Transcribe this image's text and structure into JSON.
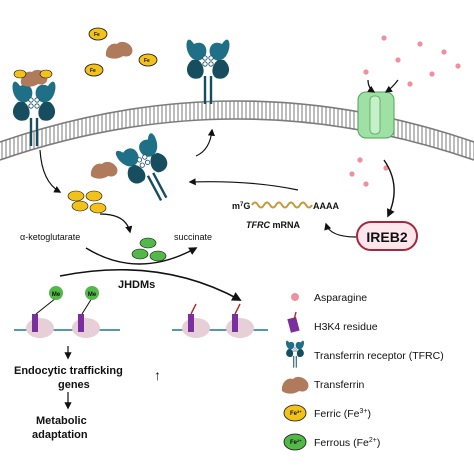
{
  "labels": {
    "alpha_kg": "α-ketoglutarate",
    "succinate": "succinate",
    "jhdms": "JHDMs",
    "me": "Me",
    "m7g": "m",
    "m7g_sup": "7",
    "m7g_g": "G",
    "aaaa": "AAAA",
    "tfrc": "TFRC",
    "mrna": " mRNA",
    "ireb2": "IREB2",
    "endocytic_line1": "Endocytic trafficking",
    "endocytic_line2": "genes",
    "up_arrow": "↑",
    "metabolic_line1": "Metabolic",
    "metabolic_line2": "adaptation",
    "fe3": "Fe",
    "fe3_sup": "3+",
    "fe2": "Fe",
    "fe2_sup": "2+"
  },
  "legend": {
    "items": [
      {
        "label": "Asparagine",
        "icon": "asparagine-dot-icon"
      },
      {
        "label": "H3K4 residue",
        "icon": "h3k4-residue-icon"
      },
      {
        "label": "Transferrin receptor (TFRC)",
        "icon": "transferrin-receptor-icon"
      },
      {
        "label": "Transferrin",
        "icon": "transferrin-icon"
      },
      {
        "label": "Ferric (Fe",
        "sup": "3+",
        "close": ")",
        "icon": "ferric-icon"
      },
      {
        "label": "Ferrous (Fe",
        "sup": "2+",
        "close": ")",
        "icon": "ferrous-icon"
      }
    ]
  },
  "colors": {
    "membrane": "#9a9a9a",
    "receptor": "#1f6f86",
    "receptor_dark": "#164e60",
    "transferrin": "#b07a5d",
    "ferric": "#f2c21b",
    "ferrous": "#52b847",
    "asparagine": "#ef8fa0",
    "ireb2_fill": "#fde7ec",
    "ireb2_stroke": "#a8263a",
    "channel": "#9fe0a5",
    "histone": "#e7cfd8",
    "h3k4": "#7a2f9e",
    "mrna": "#c79a3a"
  }
}
